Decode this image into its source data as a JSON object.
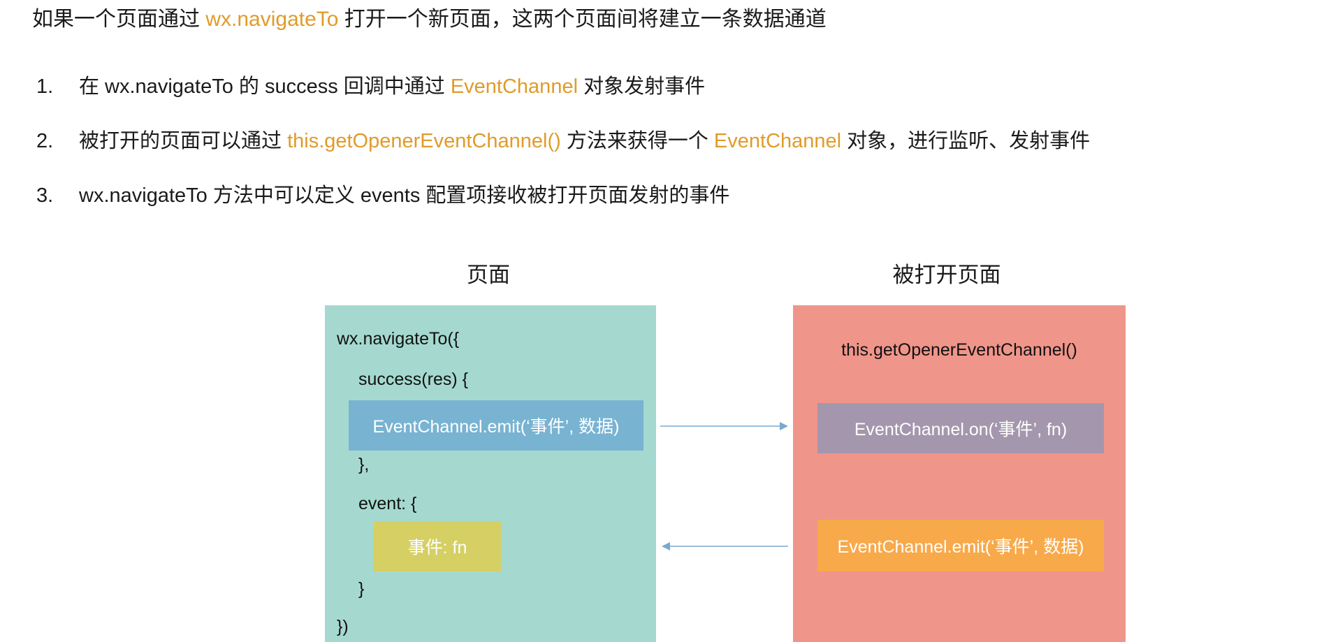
{
  "intro": {
    "prefix": "如果一个页面通过 ",
    "highlight": "wx.navigateTo",
    "suffix": " 打开一个新页面，这两个页面间将建立一条数据通道"
  },
  "steps": [
    {
      "num": "1.",
      "parts": [
        {
          "t": "在 wx.navigateTo 的 success 回调中通过 ",
          "hl": false
        },
        {
          "t": "EventChannel",
          "hl": true
        },
        {
          "t": " 对象发射事件",
          "hl": false
        }
      ]
    },
    {
      "num": "2.",
      "parts": [
        {
          "t": "被打开的页面可以通过 ",
          "hl": false
        },
        {
          "t": "this.getOpenerEventChannel()",
          "hl": true
        },
        {
          "t": " 方法来获得一个 ",
          "hl": false
        },
        {
          "t": "EventChannel",
          "hl": true
        },
        {
          "t": " 对象，进行监听、发射事件",
          "hl": false
        }
      ]
    },
    {
      "num": "3.",
      "parts": [
        {
          "t": "wx.navigateTo 方法中可以定义 events 配置项接收被打开页面发射的事件",
          "hl": false
        }
      ]
    }
  ],
  "diagram": {
    "left_title": "页面",
    "right_title": "被打开页面",
    "left_code": {
      "line1": "wx.navigateTo({",
      "line2": "success(res) {",
      "emit_box": "EventChannel.emit(‘事件’, 数据)",
      "line3": "},",
      "line4": "event: {",
      "handler_box": "事件: fn",
      "line5": "}",
      "line6": "})"
    },
    "right_code": {
      "title_line": "this.getOpenerEventChannel()",
      "on_box": "EventChannel.on(‘事件’, fn)",
      "emit_box": "EventChannel.emit(‘事件’, 数据)"
    }
  },
  "colors": {
    "highlight": "#e09b2a",
    "left_panel": "#a5d9cf",
    "right_panel": "#f0958a",
    "emit_box_left": "#78b3d2",
    "handler_box": "#d5cf64",
    "on_box": "#a497ad",
    "emit_box_right": "#f8a94a",
    "arrow": "#7aa9cf"
  }
}
